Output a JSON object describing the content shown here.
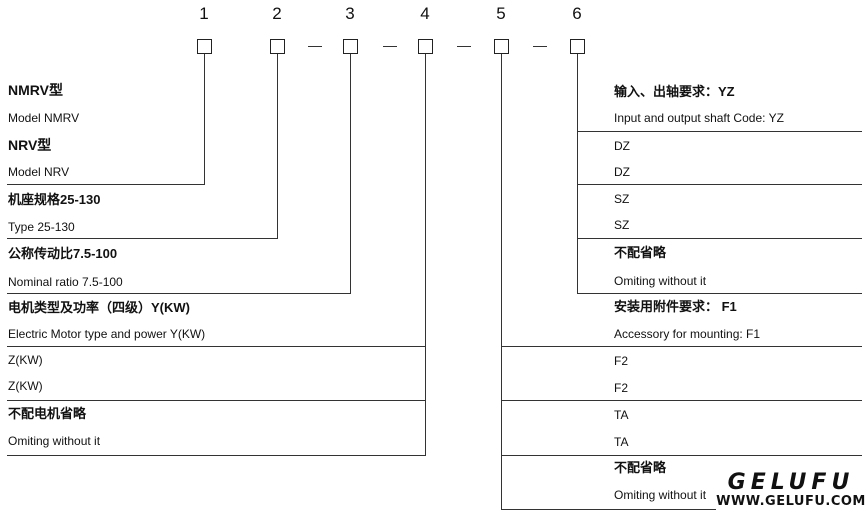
{
  "positions": [
    "1",
    "2",
    "3",
    "4",
    "5",
    "6"
  ],
  "left": {
    "model_nmrv_cn": "NMRV型",
    "model_nmrv_en": "Model NMRV",
    "model_nrv_cn": "NRV型",
    "model_nrv_en": "Model  NRV",
    "size_cn": "机座规格25-130",
    "size_en": "Type 25-130",
    "ratio_cn": "公称传动比7.5-100",
    "ratio_en": "Nominal ratio 7.5-100",
    "motor_cn": "电机类型及功率（四级）Y(KW)",
    "motor_en": "Electric Motor type and power Y(KW)",
    "motor_z1": "Z(KW)",
    "motor_z2": "Z(KW)",
    "motor_omit_cn": "不配电机省略",
    "motor_omit_en": "Omiting without it"
  },
  "right": {
    "shaft_cn": "输入、出轴要求：YZ",
    "shaft_en": "Input and output shaft Code: YZ",
    "dz1": "DZ",
    "dz2": "DZ",
    "sz1": "SZ",
    "sz2": "SZ",
    "shaft_omit_cn": "不配省略",
    "shaft_omit_en": "Omiting without  it",
    "acc_cn": "安装用附件要求：  F1",
    "acc_en": "Accessory for mounting: F1",
    "f2a": "F2",
    "f2b": "F2",
    "ta1": "TA",
    "ta2": "TA",
    "acc_omit_cn": "不配省略",
    "acc_omit_en": "Omiting  without  it"
  },
  "logo": {
    "brand": "GELUFU",
    "url": "WWW.GELUFU.COM"
  }
}
